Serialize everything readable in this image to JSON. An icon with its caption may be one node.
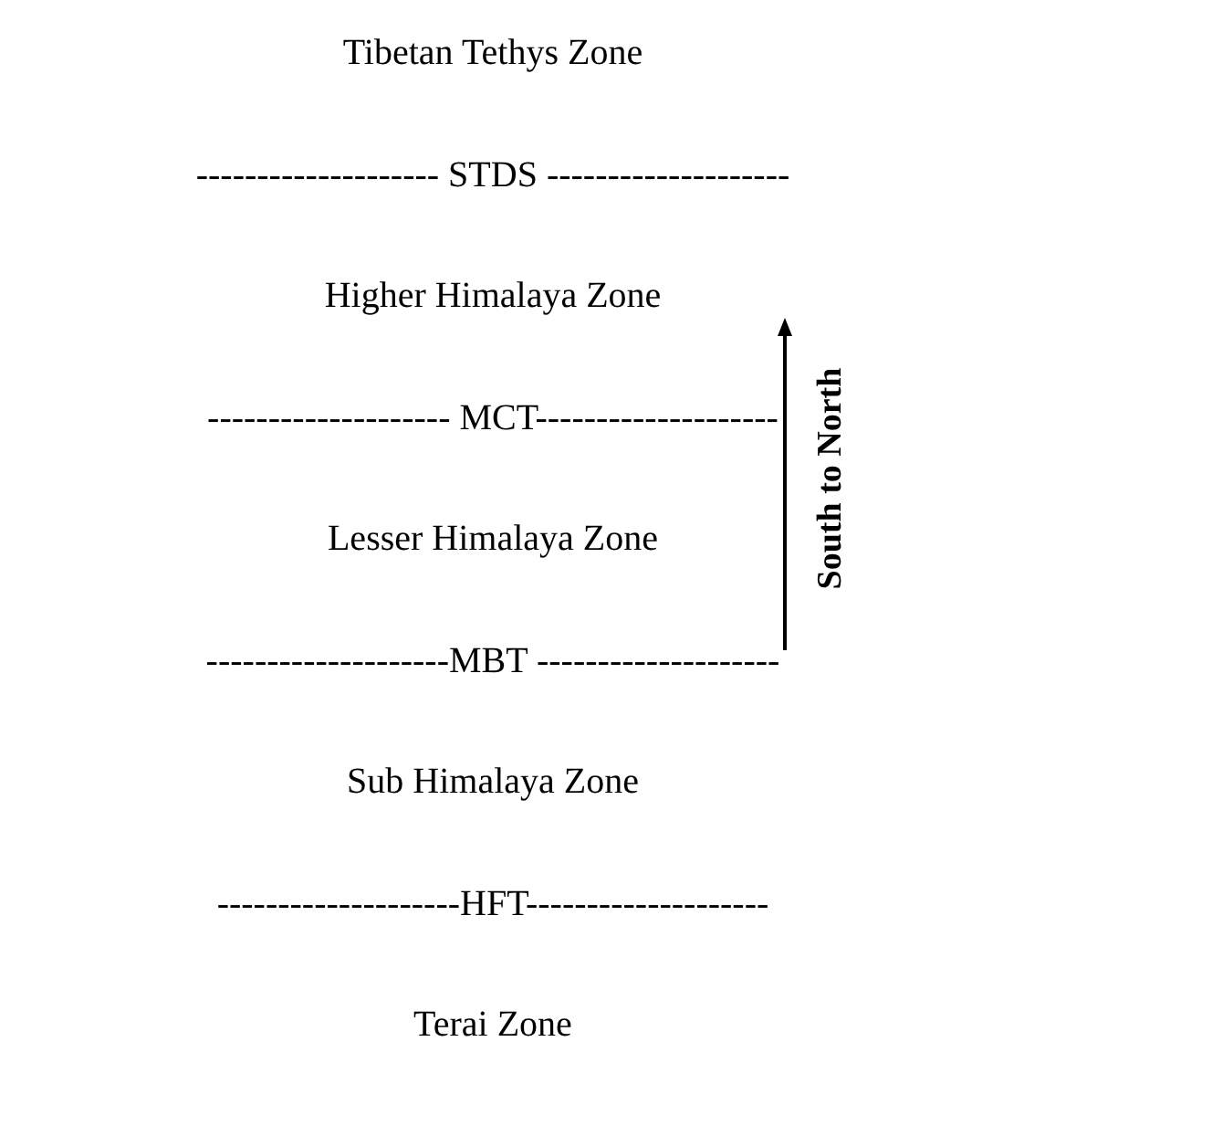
{
  "diagram": {
    "labels": [
      "Tibetan Tethys Zone",
      "-------------------- STDS --------------------",
      "Higher Himalaya Zone",
      "-------------------- MCT--------------------",
      "Lesser Himalaya Zone",
      "--------------------MBT --------------------",
      "Sub Himalaya Zone",
      "--------------------HFT--------------------",
      "Terai Zone",
      "South to North"
    ]
  }
}
